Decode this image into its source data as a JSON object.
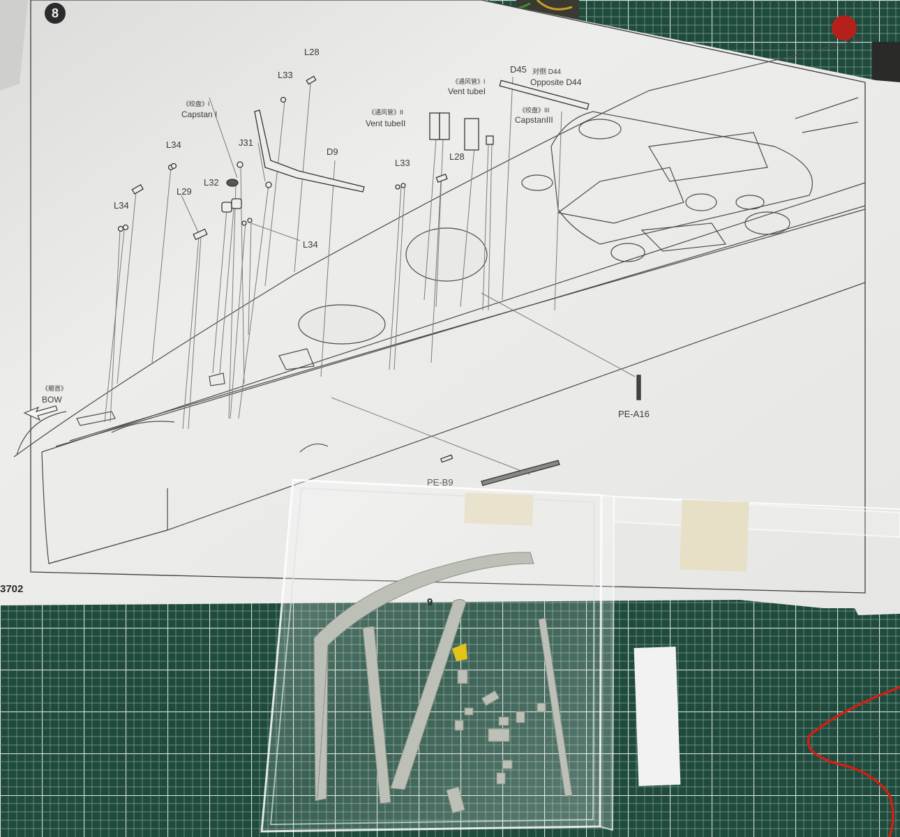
{
  "step_number": "8",
  "labels": {
    "l28_top": "L28",
    "l33_left": "L33",
    "capstan1_cn": "《绞盘》I",
    "capstan1": "Capstan I",
    "l34_upper": "L34",
    "j31": "J31",
    "l32": "L32",
    "l29": "L29",
    "l34_left": "L34",
    "l34_mid": "L34",
    "d9": "D9",
    "l33_right": "L33",
    "vent2_cn": "《通风管》II",
    "vent2": "Vent tubeII",
    "vent1_cn": "《通风管》I",
    "vent1": "Vent tubeI",
    "l28_mid": "L28",
    "d45": "D45",
    "d44_cn": "对侧 D44",
    "opposite_d44": "Opposite D44",
    "capstan3_cn": "《绞盘》III",
    "capstan3": "CapstanIII",
    "bow_cn": "《艏首》",
    "bow": "BOW",
    "pe_a16": "PE-A16",
    "pe_b9": "PE-B9"
  },
  "page_number": "9",
  "catalog_fragment": "3702",
  "colors": {
    "mat": "#1f4a3c",
    "mat_line": "#c9d6cf",
    "paper": "#eeeeec",
    "ink": "#4a4a4a",
    "resin": "#bcc0b6",
    "tape": "#e7dfc6",
    "wire": "#d21f14"
  }
}
